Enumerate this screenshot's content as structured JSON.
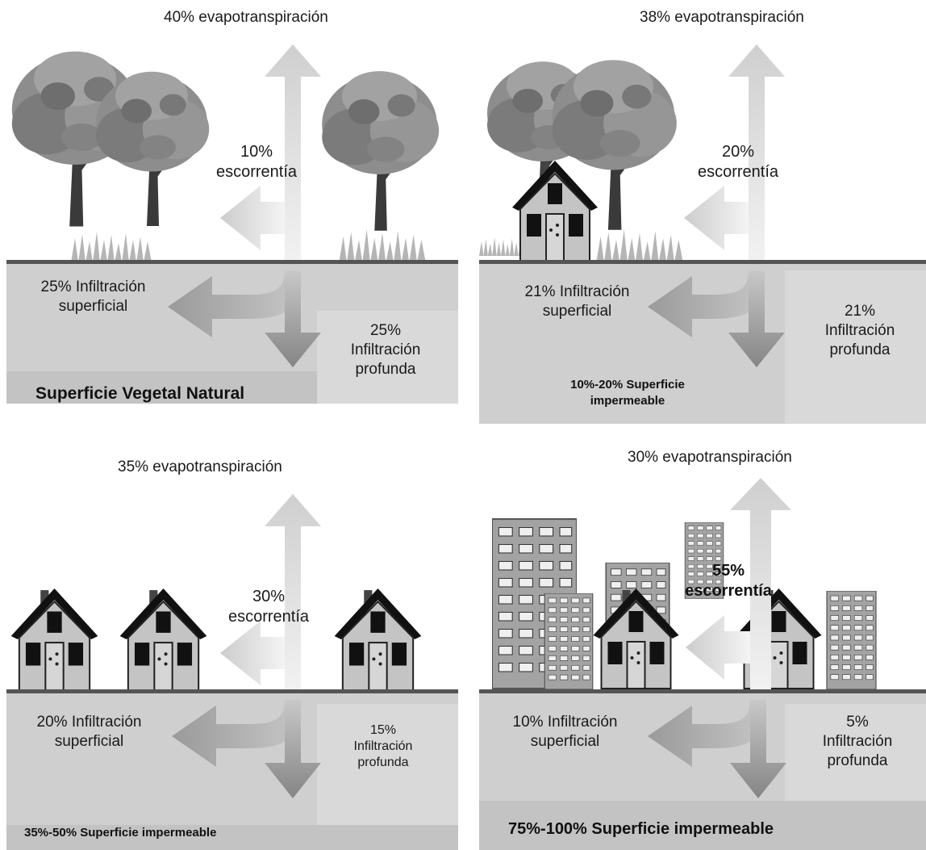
{
  "panels": [
    {
      "evapotranspiration": "40% evapotranspiración",
      "runoff_pct": "10%",
      "runoff_label": "escorrentía",
      "shallow_infiltration_line1": "25% Infiltración",
      "shallow_infiltration_line2": "superficial",
      "deep_infiltration_pct": "25%",
      "deep_infiltration_line1": "Infiltración",
      "deep_infiltration_line2": "profunda",
      "surface_label": "Superficie Vegetal Natural"
    },
    {
      "evapotranspiration": "38% evapotranspiración",
      "runoff_pct": "20%",
      "runoff_label": "escorrentía",
      "shallow_infiltration_line1": "21% Infiltración",
      "shallow_infiltration_line2": "superficial",
      "deep_infiltration_pct": "21%",
      "deep_infiltration_line1": "Infiltración",
      "deep_infiltration_line2": "profunda",
      "surface_label_line1": "10%-20% Superficie",
      "surface_label_line2": "impermeable"
    },
    {
      "evapotranspiration": "35% evapotranspiración",
      "runoff_pct": "30%",
      "runoff_label": "escorrentía",
      "shallow_infiltration_line1": "20% Infiltración",
      "shallow_infiltration_line2": "superficial",
      "deep_infiltration_pct": "15%",
      "deep_infiltration_line1": "Infiltración",
      "deep_infiltration_line2": "profunda",
      "surface_label": "35%-50% Superficie  impermeable"
    },
    {
      "evapotranspiration": "30% evapotranspiración",
      "runoff_pct": "55%",
      "runoff_label": "escorrentía",
      "shallow_infiltration_line1": "10% Infiltración",
      "shallow_infiltration_line2": "superficial",
      "deep_infiltration_pct": "5%",
      "deep_infiltration_line1": "Infiltración",
      "deep_infiltration_line2": "profunda",
      "surface_label": "75%-100% Superficie impermeable"
    }
  ],
  "colors": {
    "soil": "#cfcfcf",
    "ground_line": "#555555",
    "arrow_light": "#dcdcdc",
    "arrow_dark": "#8c8c8c",
    "tree_foliage": "#8a8a8a",
    "house_wall": "#c4c4c4",
    "building": "#a0a0a0"
  },
  "icons": [
    "tree-icon",
    "grass-icon",
    "house-icon",
    "building-icon",
    "arrow-up-icon",
    "arrow-left-icon",
    "arrow-down-icon"
  ]
}
